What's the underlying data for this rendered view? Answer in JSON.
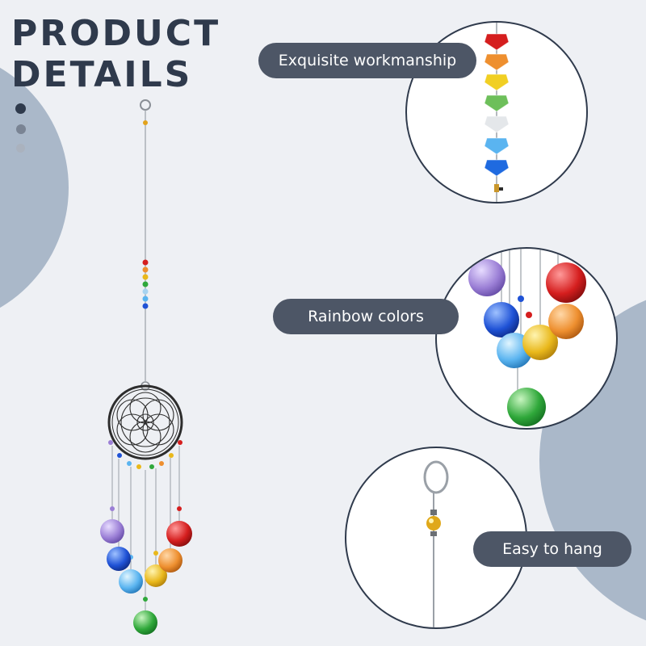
{
  "title": {
    "line1": "PRODUCT",
    "line2": "DETAILS"
  },
  "features": [
    {
      "label": "Exquisite workmanship",
      "icon": "bead-strand-closeup"
    },
    {
      "label": "Rainbow colors",
      "icon": "crystal-balls-closeup"
    },
    {
      "label": "Easy to hang",
      "icon": "hanging-ring-closeup"
    }
  ],
  "colors": {
    "background": "#eef0f4",
    "accent_circle": "#aab8c9",
    "title": "#2f3a4c",
    "pill": "#4d5666",
    "pill_text": "#ffffff",
    "dot_dark": "#2f3a4c",
    "dot_mid": "#7a8494",
    "dot_light": "#aab2be"
  },
  "product": {
    "name": "dreamcatcher-suncatcher-icon",
    "crystal_colors": [
      "#9b7fd6",
      "#1f52d6",
      "#5ab4f0",
      "#e9b81b",
      "#ee8f2f",
      "#d51e1e",
      "#2fa83a"
    ]
  }
}
